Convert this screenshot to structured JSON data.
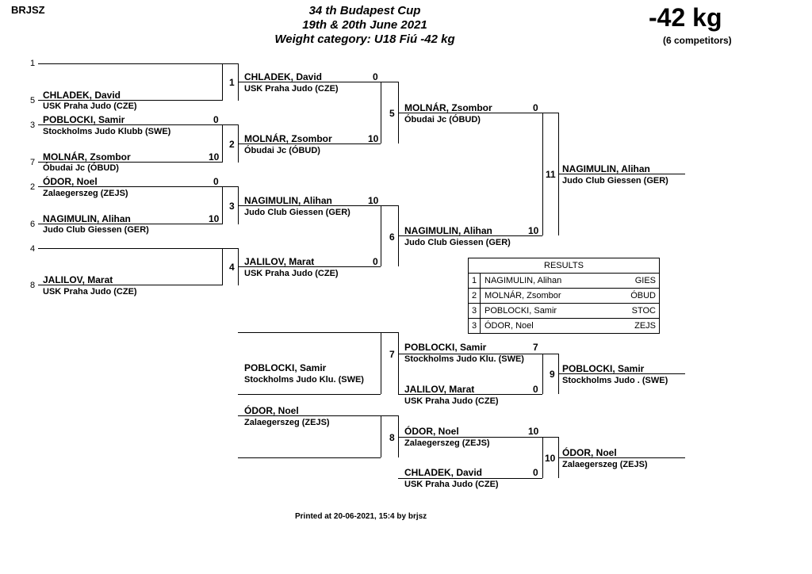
{
  "header": {
    "org": "BRJSZ",
    "title_line1": "34 th Budapest Cup",
    "title_line2": "19th & 20th June 2021",
    "title_line3": "Weight category: U18 Fiú -42 kg",
    "category": "-42 kg",
    "competitors": "(6 competitors)"
  },
  "main_bracket": {
    "seeds": [
      "1",
      "5",
      "3",
      "7",
      "2",
      "6",
      "4",
      "8"
    ],
    "round1": [
      {
        "name": "CHLADEK, David",
        "club": "USK Praha Judo (CZE)",
        "score": ""
      },
      {
        "name": "POBLOCKI, Samir",
        "club": "Stockholms Judo Klubb (SWE)",
        "score": "0"
      },
      {
        "name": "MOLNÁR, Zsombor",
        "club": "Óbudai Jc (ÓBUD)",
        "score": "10"
      },
      {
        "name": "ÓDOR, Noel",
        "club": "Zalaegerszeg (ZEJS)",
        "score": "0"
      },
      {
        "name": "NAGIMULIN, Alihan",
        "club": "Judo Club Giessen (GER)",
        "score": "10"
      },
      {
        "name": "JALILOV, Marat",
        "club": "USK Praha Judo (CZE)",
        "score": ""
      }
    ],
    "match_numbers": [
      "1",
      "2",
      "3",
      "4",
      "5",
      "6",
      "11"
    ],
    "round2": [
      {
        "name": "CHLADEK, David",
        "club": "USK Praha Judo (CZE)",
        "score": "0"
      },
      {
        "name": "MOLNÁR, Zsombor",
        "club": "Óbudai Jc (ÓBUD)",
        "score": "10"
      },
      {
        "name": "NAGIMULIN, Alihan",
        "club": "Judo Club Giessen (GER)",
        "score": "10"
      },
      {
        "name": "JALILOV, Marat",
        "club": "USK Praha Judo (CZE)",
        "score": "0"
      }
    ],
    "semis": [
      {
        "name": "MOLNÁR, Zsombor",
        "club": "Óbudai Jc (ÓBUD)",
        "score": "0"
      },
      {
        "name": "NAGIMULIN, Alihan",
        "club": "Judo Club Giessen (GER)",
        "score": "10"
      }
    ],
    "winner": {
      "name": "NAGIMULIN, Alihan",
      "club": "Judo Club Giessen (GER)"
    }
  },
  "repechage": {
    "match_numbers": [
      "7",
      "8",
      "9",
      "10"
    ],
    "r1": [
      {
        "name": "POBLOCKI, Samir",
        "club": "Stockholms Judo Klu. (SWE)"
      },
      {
        "name": "ÓDOR, Noel",
        "club": "Zalaegerszeg (ZEJS)"
      }
    ],
    "r2": [
      {
        "name": "POBLOCKI, Samir",
        "club": "Stockholms Judo Klu. (SWE)",
        "score": "7"
      },
      {
        "name": "JALILOV, Marat",
        "club": "USK Praha Judo (CZE)",
        "score": "0"
      },
      {
        "name": "ÓDOR, Noel",
        "club": "Zalaegerszeg (ZEJS)",
        "score": "10"
      },
      {
        "name": "CHLADEK, David",
        "club": "USK Praha Judo (CZE)",
        "score": "0"
      }
    ],
    "bronze": [
      {
        "name": "POBLOCKI, Samir",
        "club": "Stockholms Judo . (SWE)"
      },
      {
        "name": "ÓDOR, Noel",
        "club": "Zalaegerszeg (ZEJS)"
      }
    ]
  },
  "results": {
    "title": "RESULTS",
    "rows": [
      {
        "place": "1",
        "name": "NAGIMULIN, Alihan",
        "club": "GIES"
      },
      {
        "place": "2",
        "name": "MOLNÁR, Zsombor",
        "club": "ÓBUD"
      },
      {
        "place": "3",
        "name": "POBLOCKI, Samir",
        "club": "STOC"
      },
      {
        "place": "3",
        "name": "ÓDOR, Noel",
        "club": "ZEJS"
      }
    ]
  },
  "footer": "Printed at 20-06-2021, 15:4 by brjsz"
}
